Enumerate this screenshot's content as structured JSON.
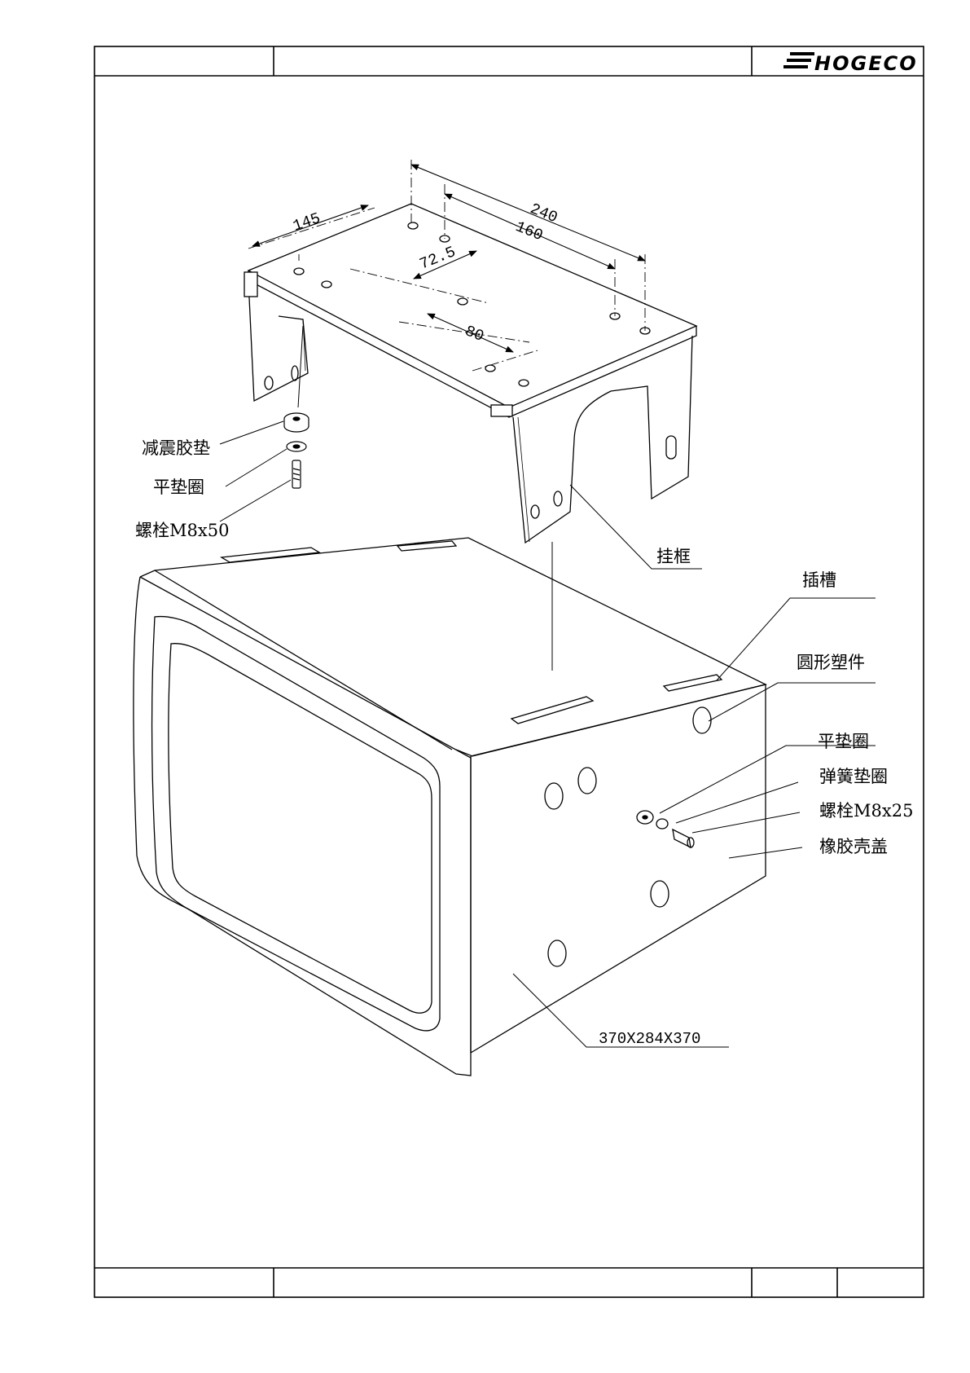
{
  "title_block": {
    "logo_text": "HOGECO"
  },
  "dimensions": {
    "d145": "145",
    "d240": "240",
    "d160": "160",
    "d72_5": "72.5",
    "d80": "80"
  },
  "labels": {
    "rubber_damping_pad": "减震胶垫",
    "flat_washer_top": "平垫圈",
    "bolt_m8x50": "螺栓M8x50",
    "hanging_frame": "挂框",
    "slot": "插槽",
    "round_plastic_part": "圆形塑件",
    "flat_washer_side": "平垫圈",
    "spring_washer": "弹簧垫圈",
    "bolt_m8x25": "螺栓M8x25",
    "rubber_housing_cover": "橡胶壳盖",
    "housing_size": "370X284X370"
  },
  "colors": {
    "line": "#000000",
    "paper": "#ffffff"
  }
}
